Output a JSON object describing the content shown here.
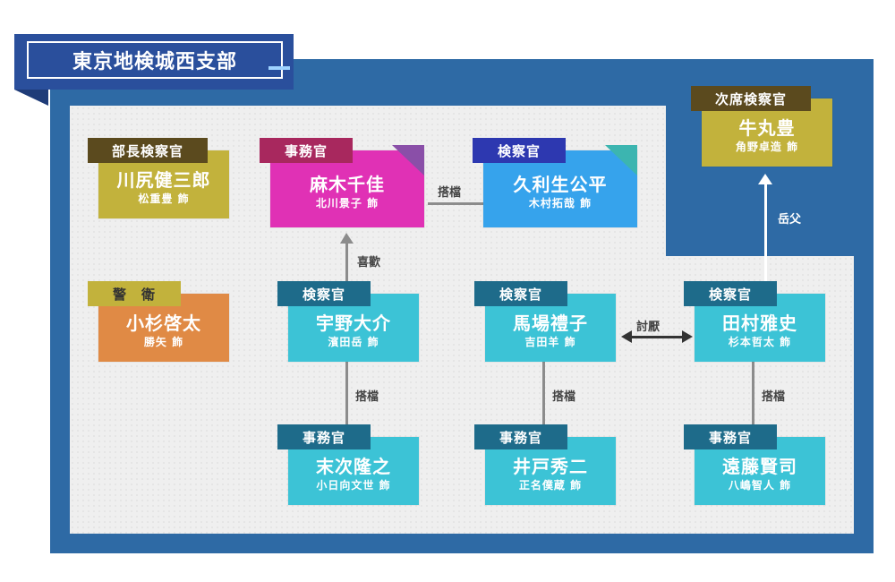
{
  "title": "東京地検城西支部",
  "colors": {
    "frame": "#2e6aa5",
    "olive": "#c2b23c",
    "olive_tab": "#5b4a1e",
    "orange": "#e08a45",
    "magenta": "#e031b5",
    "magenta_tab": "#a8285e",
    "blue": "#36a3ec",
    "blue_tab": "#2d38b0",
    "teal": "#3cc3d6",
    "teal_tab": "#1e6b8a"
  },
  "cards": {
    "bucho": {
      "role": "部長検察官",
      "name": "川尻健三郎",
      "actor": "松重豊 飾"
    },
    "keiei": {
      "role": "警　衛",
      "name": "小杉啓太",
      "actor": "勝矢 飾"
    },
    "asagi": {
      "role": "事務官",
      "name": "麻木千佳",
      "actor": "北川景子 飾"
    },
    "kuryu": {
      "role": "検察官",
      "name": "久利生公平",
      "actor": "木村拓哉 飾"
    },
    "jiseki": {
      "role": "次席検察官",
      "name": "牛丸豊",
      "actor": "角野卓造 飾"
    },
    "uno": {
      "role": "検察官",
      "name": "宇野大介",
      "actor": "濱田岳 飾"
    },
    "baba": {
      "role": "検察官",
      "name": "馬場禮子",
      "actor": "吉田羊 飾"
    },
    "tamura": {
      "role": "検察官",
      "name": "田村雅史",
      "actor": "杉本哲太 飾"
    },
    "suetsugu": {
      "role": "事務官",
      "name": "末次隆之",
      "actor": "小日向文世 飾"
    },
    "ido": {
      "role": "事務官",
      "name": "井戸秀二",
      "actor": "正名僕蔵 飾"
    },
    "endo": {
      "role": "事務官",
      "name": "遠藤賢司",
      "actor": "八嶋智人 飾"
    }
  },
  "relations": {
    "asagi_kuryu": "搭檔",
    "uno_asagi": "喜歡",
    "baba_tamura": "討厭",
    "tamura_jiseki": "岳父",
    "uno_suetsugu": "搭檔",
    "baba_ido": "搭檔",
    "tamura_endo": "搭檔"
  }
}
